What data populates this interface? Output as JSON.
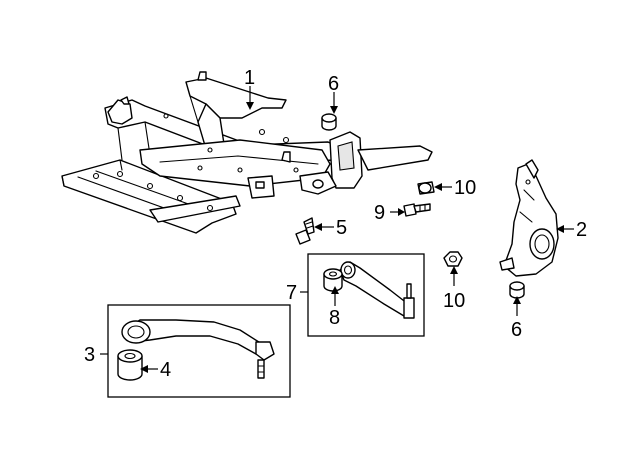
{
  "callouts": {
    "c1": "1",
    "c2": "2",
    "c3": "3",
    "c4": "4",
    "c5": "5",
    "c6_top": "6",
    "c6_bottom": "6",
    "c7": "7",
    "c8": "8",
    "c9": "9",
    "c10_top": "10",
    "c10_bottom": "10"
  },
  "parts": [
    {
      "callout": "1",
      "name": "front-suspension-crossmember"
    },
    {
      "callout": "2",
      "name": "steering-knuckle"
    },
    {
      "callout": "3",
      "name": "lower-control-arm-assembly"
    },
    {
      "callout": "4",
      "name": "control-arm-bushing"
    },
    {
      "callout": "5",
      "name": "crossmember-bolt"
    },
    {
      "callout": "6",
      "name": "bushing-insert"
    },
    {
      "callout": "7",
      "name": "upper-control-arm-assembly"
    },
    {
      "callout": "8",
      "name": "control-arm-bushing"
    },
    {
      "callout": "9",
      "name": "bolt"
    },
    {
      "callout": "10",
      "name": "nut"
    }
  ]
}
